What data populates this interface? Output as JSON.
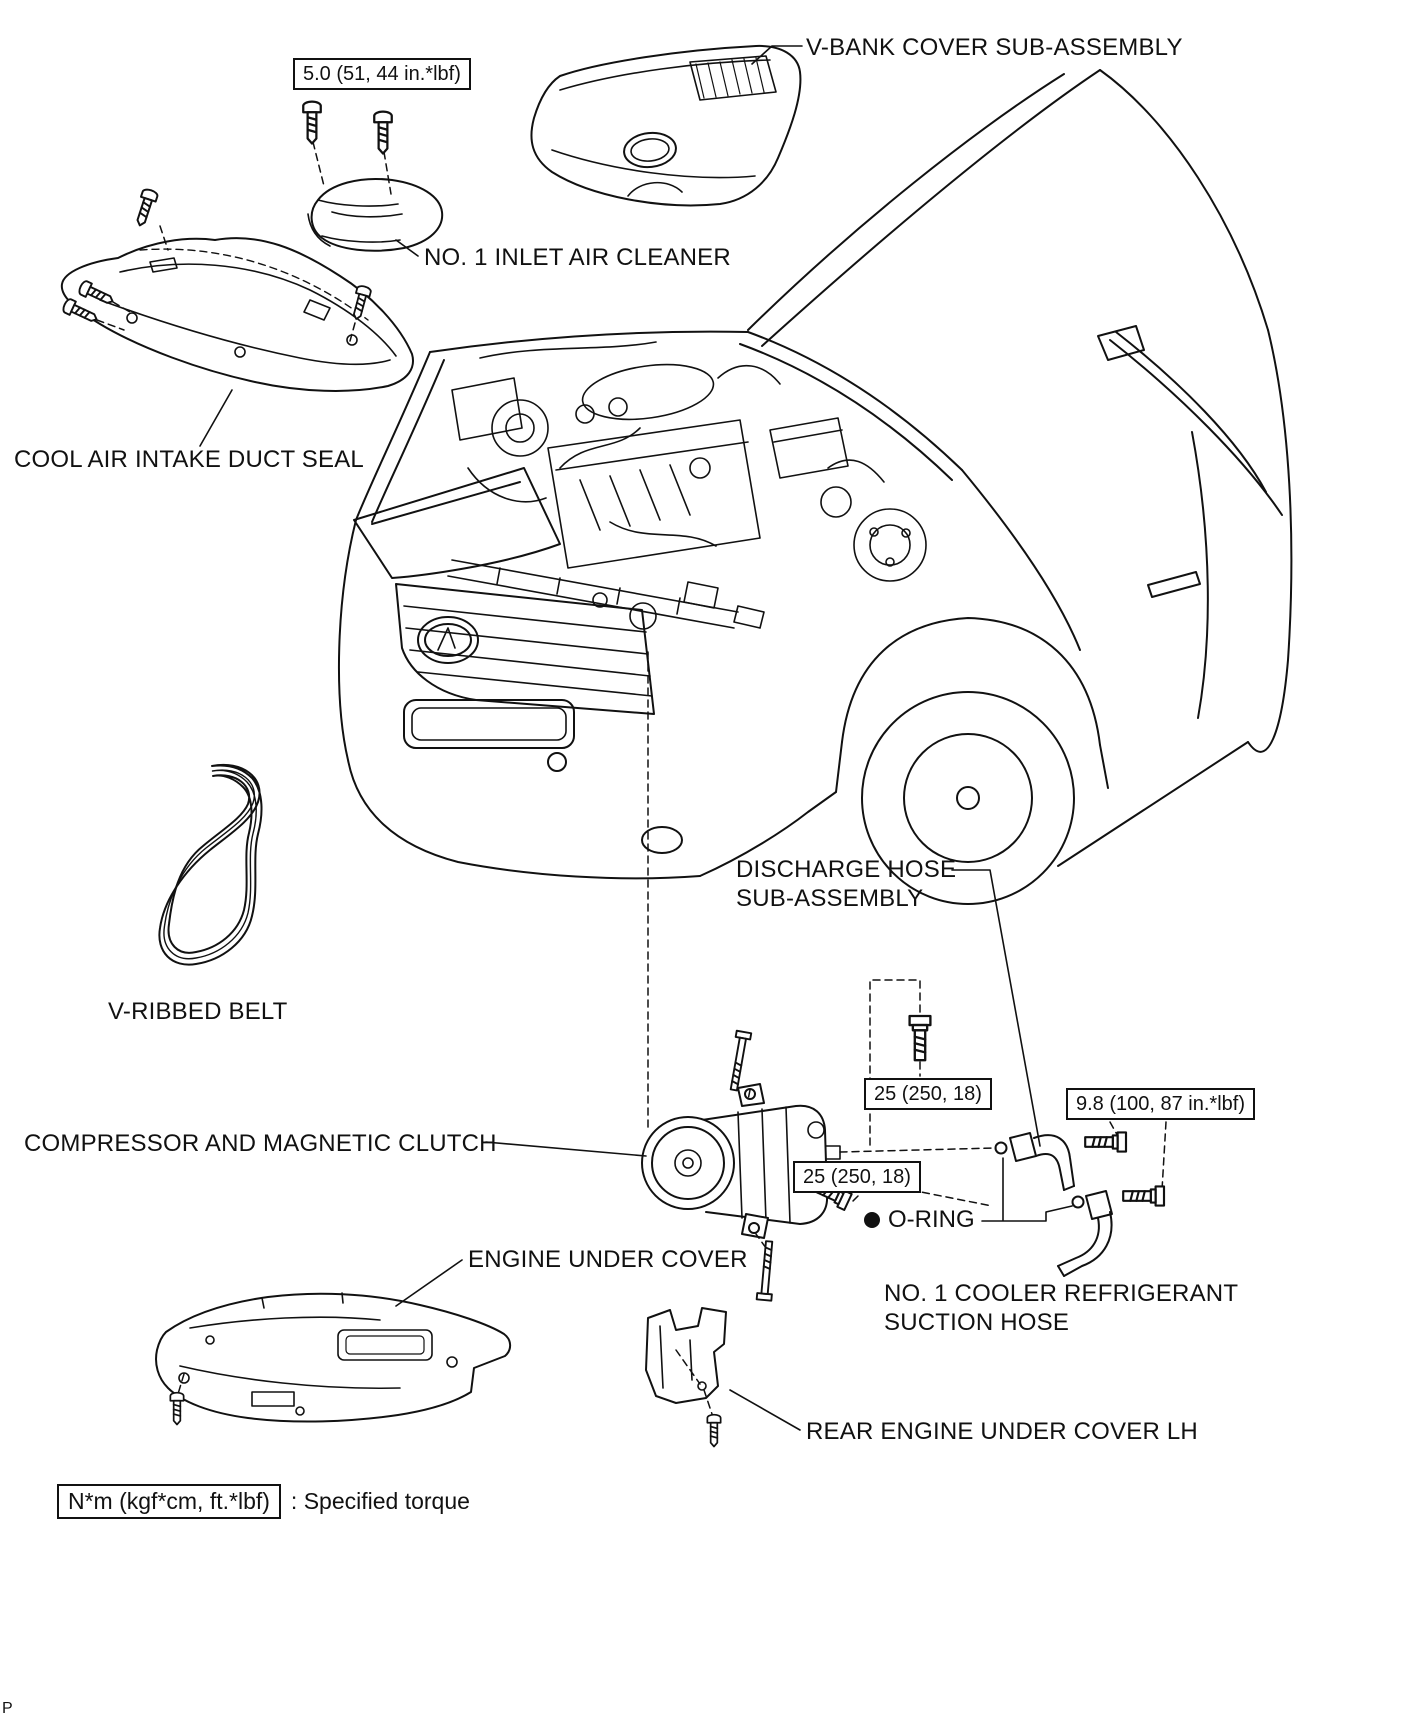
{
  "page": {
    "background": "#ffffff",
    "ink": "#111111",
    "page_marker": "P"
  },
  "labels": {
    "v_bank_cover": "V-BANK COVER SUB-ASSEMBLY",
    "inlet_air_cleaner": "NO. 1 INLET AIR CLEANER",
    "cool_air_intake_duct_seal": "COOL AIR INTAKE DUCT SEAL",
    "v_ribbed_belt": "V-RIBBED BELT",
    "discharge_hose_line1": "DISCHARGE HOSE",
    "discharge_hose_line2": "SUB-ASSEMBLY",
    "compressor_and_magnetic_clutch": "COMPRESSOR AND MAGNETIC CLUTCH",
    "o_ring": "O-RING",
    "suction_hose_line1": "NO. 1 COOLER REFRIGERANT",
    "suction_hose_line2": "SUCTION HOSE",
    "engine_under_cover": "ENGINE UNDER COVER",
    "rear_engine_under_cover_lh": "REAR ENGINE UNDER COVER LH"
  },
  "torque_specs": {
    "inlet_air_cleaner": "5.0 (51, 44 in.*lbf)",
    "compressor_upper": "25 (250, 18)",
    "compressor_lower": "25 (250, 18)",
    "refrigerant_hoses": "9.8 (100, 87 in.*lbf)"
  },
  "legend": {
    "units_box": "N*m (kgf*cm, ft.*lbf)",
    "description": ": Specified torque"
  }
}
